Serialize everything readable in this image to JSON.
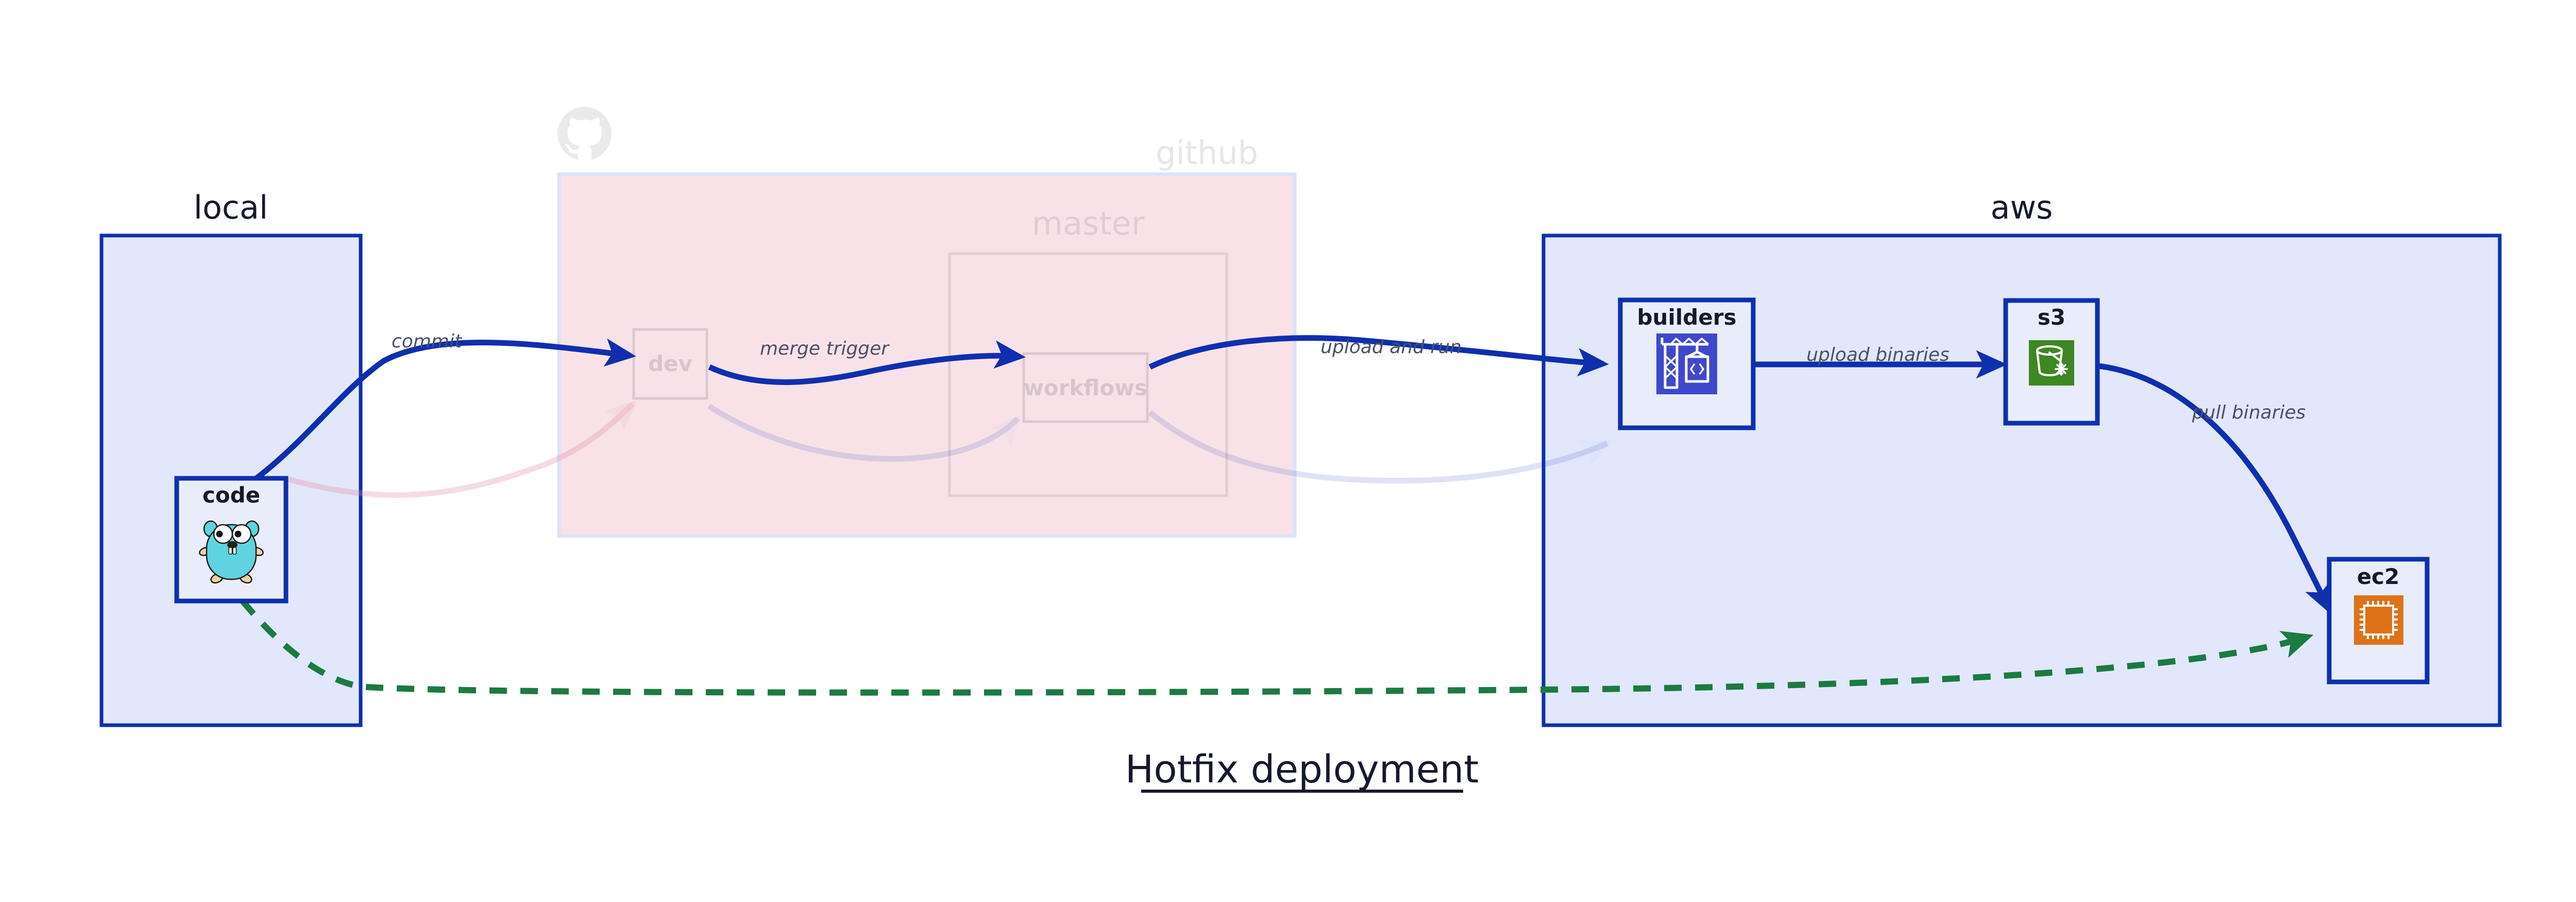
{
  "diagram": {
    "title": "Hotfix deployment",
    "clusters": [
      {
        "id": "local",
        "label": "local",
        "style": "blue"
      },
      {
        "id": "github",
        "label": "github",
        "style": "pink-faded"
      },
      {
        "id": "aws",
        "label": "aws",
        "style": "blue"
      }
    ],
    "subclusters": [
      {
        "id": "master",
        "label": "master",
        "parent": "github",
        "style": "faded"
      }
    ],
    "nodes": [
      {
        "id": "code",
        "label": "code",
        "icon": "go-gopher-icon",
        "cluster": "local",
        "state": "active"
      },
      {
        "id": "dev",
        "label": "dev",
        "icon": "none",
        "cluster": "github",
        "state": "faded"
      },
      {
        "id": "workflows",
        "label": "workflows",
        "icon": "none",
        "cluster": "master",
        "state": "faded"
      },
      {
        "id": "builders",
        "label": "builders",
        "icon": "aws-codebuild-icon",
        "cluster": "aws",
        "state": "active"
      },
      {
        "id": "s3",
        "label": "s3",
        "icon": "aws-s3-glacier-icon",
        "cluster": "aws",
        "state": "active"
      },
      {
        "id": "ec2",
        "label": "ec2",
        "icon": "aws-ec2-icon",
        "cluster": "aws",
        "state": "active"
      }
    ],
    "edges": [
      {
        "from": "code",
        "to": "dev",
        "label": "commit",
        "style": "solid-blue"
      },
      {
        "from": "dev",
        "to": "workflows",
        "label": "merge trigger",
        "style": "solid-blue"
      },
      {
        "from": "workflows",
        "to": "builders",
        "label": "upload and run",
        "style": "solid-blue"
      },
      {
        "from": "builders",
        "to": "s3",
        "label": "upload binaries",
        "style": "solid-blue"
      },
      {
        "from": "s3",
        "to": "ec2",
        "label": "pull binaries",
        "style": "solid-blue"
      },
      {
        "from": "code",
        "to": "ec2",
        "label": "",
        "style": "dashed-green"
      },
      {
        "from": "code",
        "to": "dev",
        "label": "",
        "style": "faded-pink"
      },
      {
        "from": "dev",
        "to": "workflows",
        "label": "",
        "style": "faded-blue"
      },
      {
        "from": "workflows",
        "to": "builders",
        "label": "",
        "style": "faded-blue"
      }
    ],
    "logo": {
      "name": "github-octocat-icon"
    },
    "colors": {
      "accent_blue": "#0f2fae",
      "cluster_blue_fill": "#e2e7fb",
      "cluster_pink_fill": "#f8e2e8",
      "node_fill": "#e9edfb",
      "green_dashed": "#1c7a42",
      "codebuild_purple": "#3f48cc",
      "s3_green": "#3f8624",
      "ec2_orange": "#dd7219",
      "gopher_cyan": "#5fd3e0",
      "label_gray": "#4b5068",
      "text_dark": "#16192b"
    }
  }
}
